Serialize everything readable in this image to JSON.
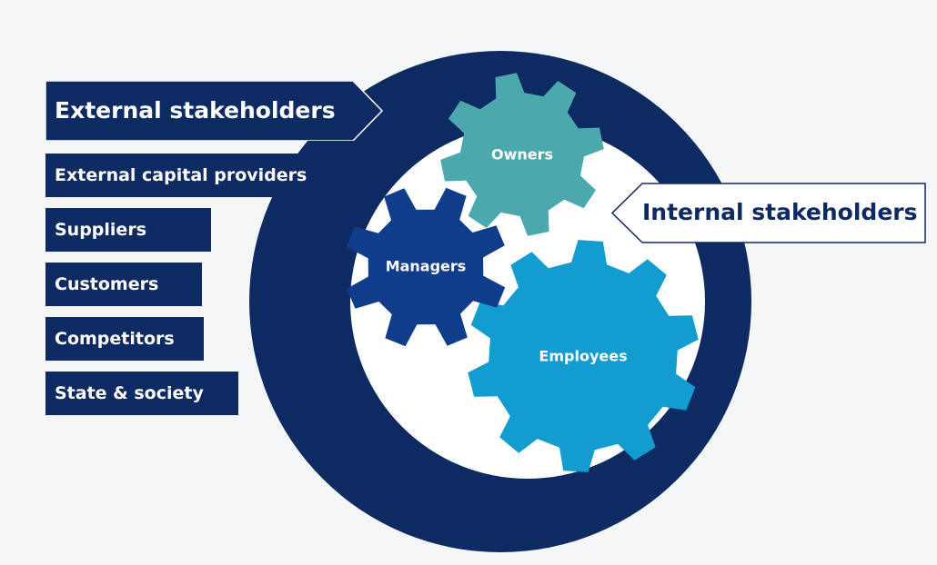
{
  "external": {
    "title": "External stakeholders",
    "items": [
      "External capital providers",
      "Suppliers",
      "Customers",
      "Competitors",
      "State & society"
    ]
  },
  "internal": {
    "title": "Internal stakeholders"
  },
  "gears": {
    "owners": "Owners",
    "managers": "Managers",
    "employees": "Employees"
  },
  "colors": {
    "navy": "#0d2a63",
    "owners": "#4ba8ad",
    "managers": "#0f3d8c",
    "employees": "#129ccf"
  }
}
